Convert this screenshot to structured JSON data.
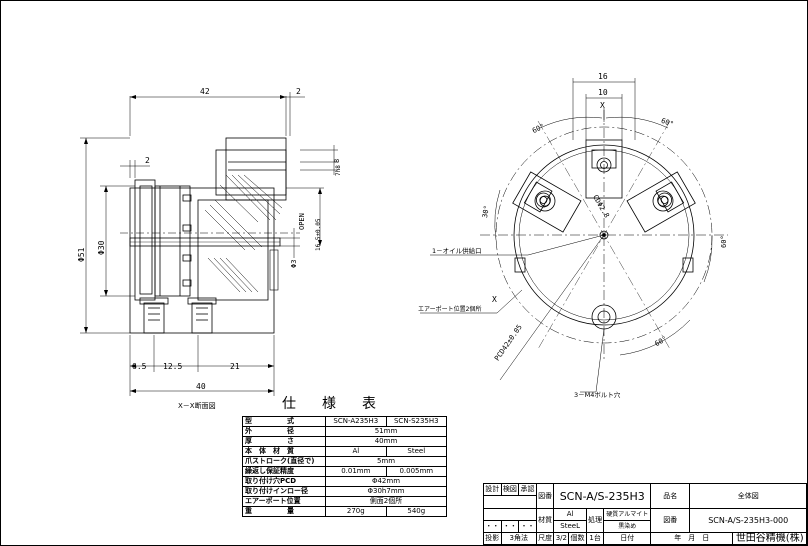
{
  "section_label": "X－X断面図",
  "dims": {
    "top_42": "42",
    "top_2": "2",
    "right_8": "8",
    "right_7h8": "7h8",
    "left_2": "2",
    "open_label": "OPEN",
    "open_val": "16.5±0.05",
    "phi51": "Φ51",
    "phi30": "Φ30",
    "phi3": "Φ3",
    "b_65": "6.5",
    "b_125": "12.5",
    "b_21": "21",
    "b_40": "40"
  },
  "front": {
    "d16": "16",
    "d10": "10",
    "x_top": "X",
    "x_left": "X",
    "a60_ul": "60°",
    "a60_ur": "60°",
    "a30_l": "30°",
    "a60_r": "60°",
    "a60_br": "60°",
    "cd": "CDΦ2.8",
    "pcd": "PCD42±0.05",
    "oil_label": "1－オイル供給口",
    "air_label": "エアーポート位置2個所",
    "bolt_label": "3－M4ボルト穴"
  },
  "spec": {
    "title": "仕様表",
    "rows": [
      {
        "label": "型　　　　　式",
        "a": "SCN-A235H3",
        "b": "SCN-S235H3",
        "merged": false
      },
      {
        "label": "外　　　　　径",
        "value": "51mm",
        "merged": true
      },
      {
        "label": "厚　　　　　さ",
        "value": "40mm",
        "merged": true
      },
      {
        "label": "本　体　材　質",
        "a": "Al",
        "b": "Steel",
        "merged": false
      },
      {
        "label": "爪ストローク(直径で)",
        "value": "5mm",
        "merged": true
      },
      {
        "label": "繰返し保証精度",
        "a": "0.01mm",
        "b": "0.005mm",
        "merged": false
      },
      {
        "label": "取り付け穴PCD",
        "value": "Φ42mm",
        "merged": true
      },
      {
        "label": "取り付けインロー径",
        "value": "Φ30h7mm",
        "merged": true
      },
      {
        "label": "エアーポート位置",
        "value": "側面2個所",
        "merged": true
      },
      {
        "label": "重　　　　　量",
        "a": "270g",
        "b": "540g",
        "merged": false
      }
    ]
  },
  "title_block": {
    "design": "設計",
    "check": "検図",
    "approve": "承認",
    "drawing_no_label": "図番",
    "drawing_no": "SCN-A/S-235H3",
    "name_label": "品名",
    "name": "全体図",
    "material_label": "材質",
    "material_al": "Al",
    "material_steel": "SteeL",
    "finish_label": "処理",
    "finish_1": "硬質アルマイト",
    "finish_2": "黒染め",
    "part_no_label": "図番",
    "part_no": "SCN-A/S-235H3-000",
    "proj_label": "投影",
    "proj": "3角法",
    "scale_label": "尺度",
    "scale": "3/2",
    "qty_label": "個数",
    "qty": "1台",
    "date_label": "日付",
    "date": "年　月　日",
    "company": "世田谷精機(株)",
    "dots": "・・"
  }
}
